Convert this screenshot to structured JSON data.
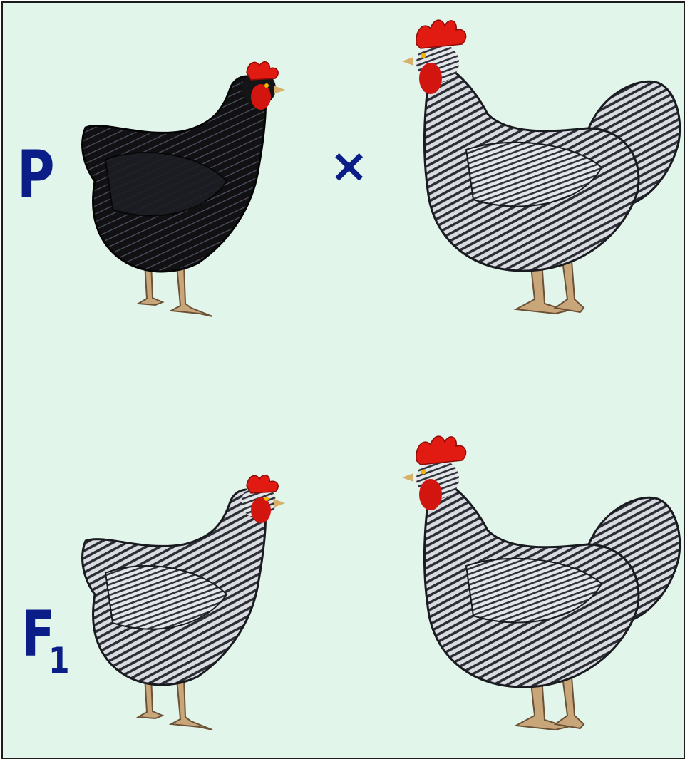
{
  "generations": {
    "parent_label": "P",
    "f1_label": "F",
    "f1_subscript": "1",
    "cross_symbol": "×"
  },
  "birds": [
    {
      "name": "parent-black-hen",
      "plumage": "black"
    },
    {
      "name": "parent-barred-rooster",
      "plumage": "barred"
    },
    {
      "name": "f1-barred-hen",
      "plumage": "barred"
    },
    {
      "name": "f1-barred-rooster",
      "plumage": "barred"
    }
  ],
  "colors": {
    "background": "#e2f5ea",
    "label": "#0b1d86",
    "comb": "#e11a12",
    "black_plumage": "#121214",
    "barred_light": "#d6dade",
    "barred_dark": "#2a2d33",
    "legs": "#c9a67a"
  }
}
